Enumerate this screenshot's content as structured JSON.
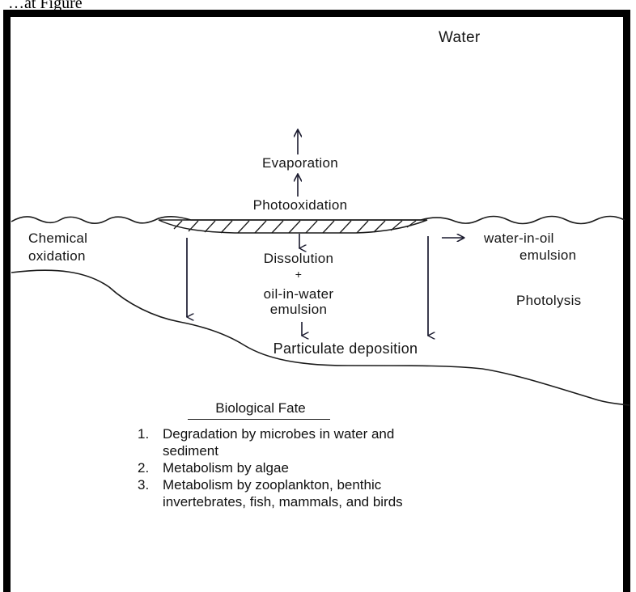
{
  "caption_fragment": "…at Figure",
  "diagram": {
    "water_label": "Water",
    "surface_processes": {
      "evaporation": "Evaporation",
      "photooxidation": "Photooxidation"
    },
    "left_label": {
      "line1": "Chemical",
      "line2": "oxidation"
    },
    "right_label": {
      "line1": "water-in-oil",
      "line2": "emulsion"
    },
    "dissolution": "Dissolution",
    "plus": "+",
    "oil_in_water": {
      "line1": "oil-in-water",
      "line2": "emulsion"
    },
    "photolysis": "Photolysis",
    "particulate": "Particulate deposition"
  },
  "biological_fate": {
    "title": "Biological Fate",
    "items": [
      {
        "num": "1.",
        "text": "Degradation by microbes in water and sediment"
      },
      {
        "num": "2.",
        "text": "Metabolism by algae"
      },
      {
        "num": "3.",
        "text": "Metabolism by zooplankton, benthic invertebrates, fish, mammals, and birds"
      }
    ]
  }
}
